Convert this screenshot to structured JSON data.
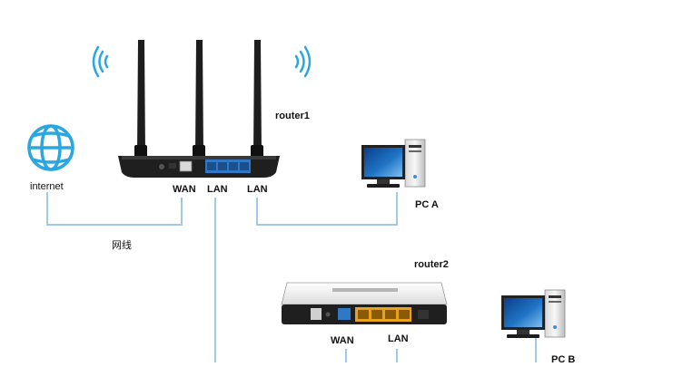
{
  "labels": {
    "internet": "internet",
    "cable": "网线",
    "router1": "router1",
    "router2": "router2",
    "r1_wan": "WAN",
    "r1_lan1": "LAN",
    "r1_lan2": "LAN",
    "r2_wan": "WAN",
    "r2_lan": "LAN",
    "pc_a": "PC A",
    "pc_b": "PC B"
  },
  "colors": {
    "cable": "#9fc9e4",
    "internet_icon": "#2aa7e0",
    "wifi_signal": "#2aa7e0",
    "router1_body": "#1f1f1f",
    "router2_body": "#f3f3f3",
    "lan_port_router1": "#2f78c6",
    "lan_port_router2": "#e7a31d",
    "monitor_screen": "#1f73c4"
  },
  "icons": {
    "internet": "globe-icon",
    "wifi": "wifi-signal-icon",
    "pc": "desktop-computer-icon",
    "router": "router-icon"
  }
}
